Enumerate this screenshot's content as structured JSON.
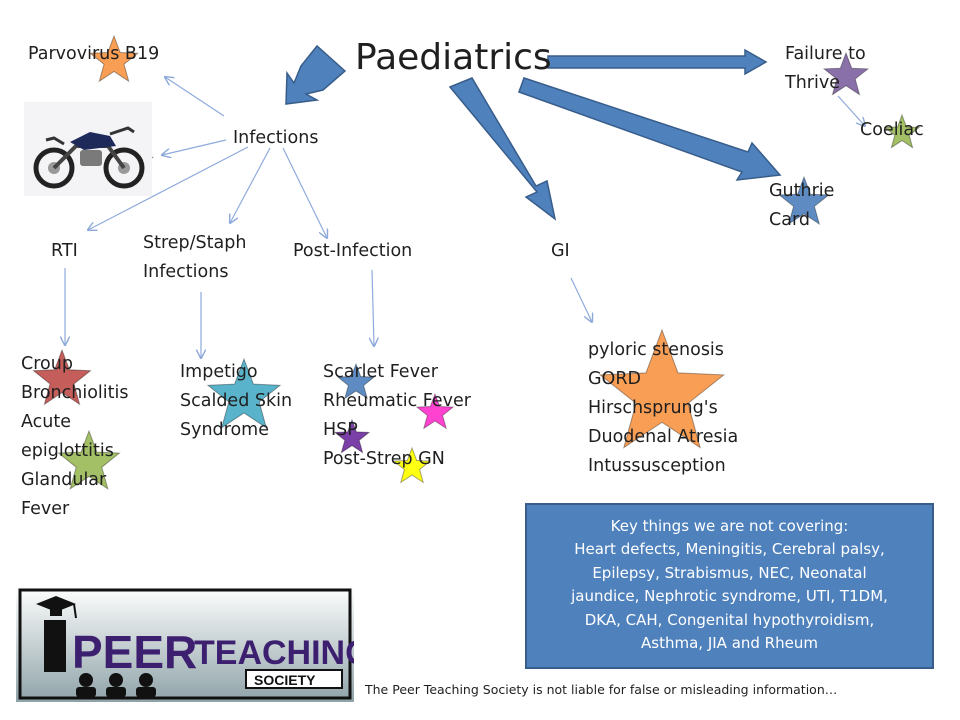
{
  "title": "Paediatrics",
  "nodes": {
    "infections": "Infections",
    "parvovirus": "Parvovirus B19",
    "failure_to_thrive": [
      "Failure to",
      "Thrive"
    ],
    "coeliac": "Coeliac",
    "guthrie": [
      "Guthrie",
      "Card"
    ],
    "rti": "RTI",
    "strep_staph": [
      "Strep/Staph",
      "Infections"
    ],
    "post_infection": "Post-Infection",
    "gi": "GI"
  },
  "lists": {
    "rti": [
      "Croup",
      "Bronchiolitis",
      "Acute",
      "epiglottitis",
      "Glandular",
      "Fever"
    ],
    "strep_staph": [
      "Impetigo",
      "Scalded Skin",
      "Syndrome"
    ],
    "post_infection": [
      "Scarlet Fever",
      "Rheumatic Fever",
      "HSP",
      "Post-Strep GN"
    ],
    "gi": [
      "pyloric stenosis",
      "GORD",
      "Hirschsprung's",
      "Duodenal Atresia",
      "Intussusception"
    ]
  },
  "key_box": {
    "heading": "Key things we are not covering:",
    "lines": [
      "Heart defects, Meningitis, Cerebral palsy,",
      "Epilepsy, Strabismus, NEC, Neonatal",
      "jaundice, Nephrotic syndrome, UTI, T1DM,",
      "DKA, CAH, Congenital hypothyroidism,",
      "Asthma, JIA and Rheum"
    ]
  },
  "logo": {
    "line1": "PEER",
    "line2": "TEACHING",
    "line3": "SOCIETY"
  },
  "disclaimer": "The Peer Teaching Society is not liable for false or misleading information…",
  "colors": {
    "arrow_fill": "#4f81bd",
    "arrow_stroke": "#385d8a",
    "thin_arrow": "#8eaadb",
    "star_orange": "#f79646",
    "star_purple": "#8064a2",
    "star_green": "#9bbb59",
    "star_blue": "#4f81bd",
    "star_red": "#c0504d",
    "star_teal": "#4bacc6",
    "star_magenta": "#ff33cc",
    "star_violet": "#7030a0",
    "star_yellow": "#ffff00"
  }
}
